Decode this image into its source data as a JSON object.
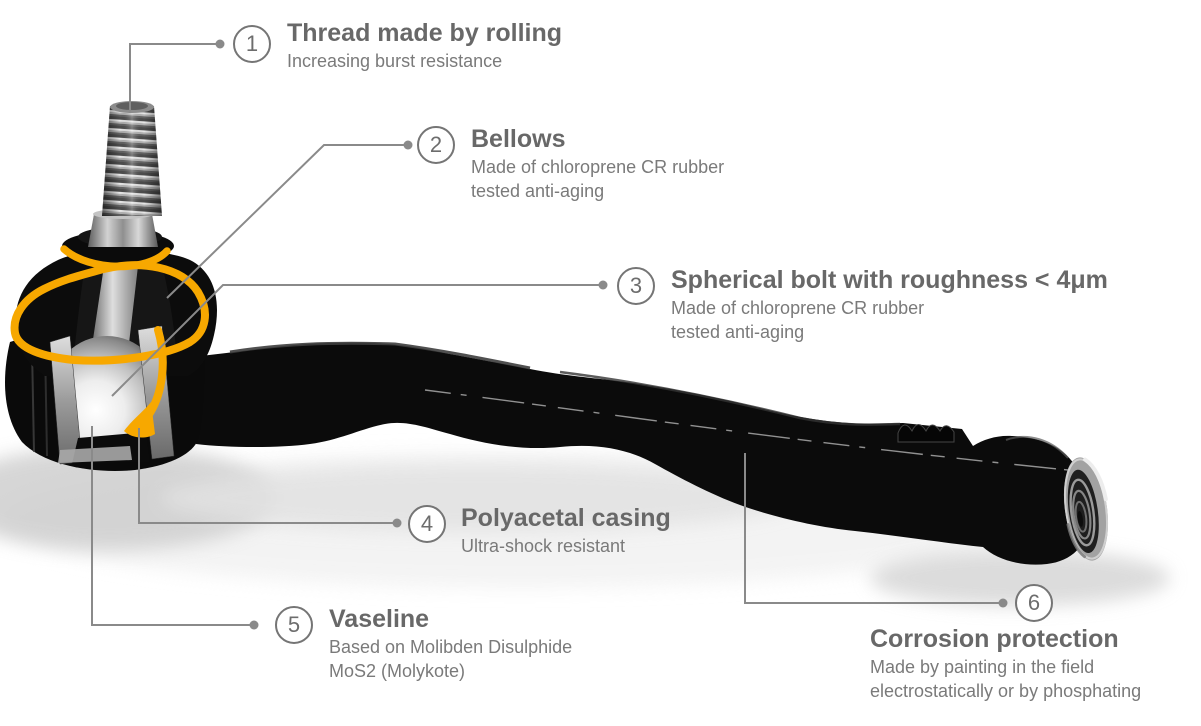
{
  "diagram": {
    "subject": "tie-rod-end-cutaway",
    "colors": {
      "accent_orange": "#F7A800",
      "leader_gray": "#8A8A8A",
      "title_text": "#686868",
      "body_text": "#7A7A7A",
      "part_black": "#0B0B0B"
    },
    "callouts": [
      {
        "number": "1",
        "title": "Thread made by rolling",
        "lines": [
          "Increasing burst resistance"
        ]
      },
      {
        "number": "2",
        "title": "Bellows",
        "lines": [
          "Made of chloroprene CR rubber",
          "tested anti-aging"
        ]
      },
      {
        "number": "3",
        "title": "Spherical bolt with roughness < 4μm",
        "lines": [
          "Made of chloroprene CR rubber",
          "tested anti-aging"
        ]
      },
      {
        "number": "4",
        "title": "Polyacetal casing",
        "lines": [
          "Ultra-shock resistant"
        ]
      },
      {
        "number": "5",
        "title": "Vaseline",
        "lines": [
          "Based on Molibden Disulphide",
          "MoS2 (Molykote)"
        ]
      },
      {
        "number": "6",
        "title": "Corrosion protection",
        "lines": [
          "Made by painting in the field",
          "electrostatically or by phosphating"
        ]
      }
    ]
  }
}
